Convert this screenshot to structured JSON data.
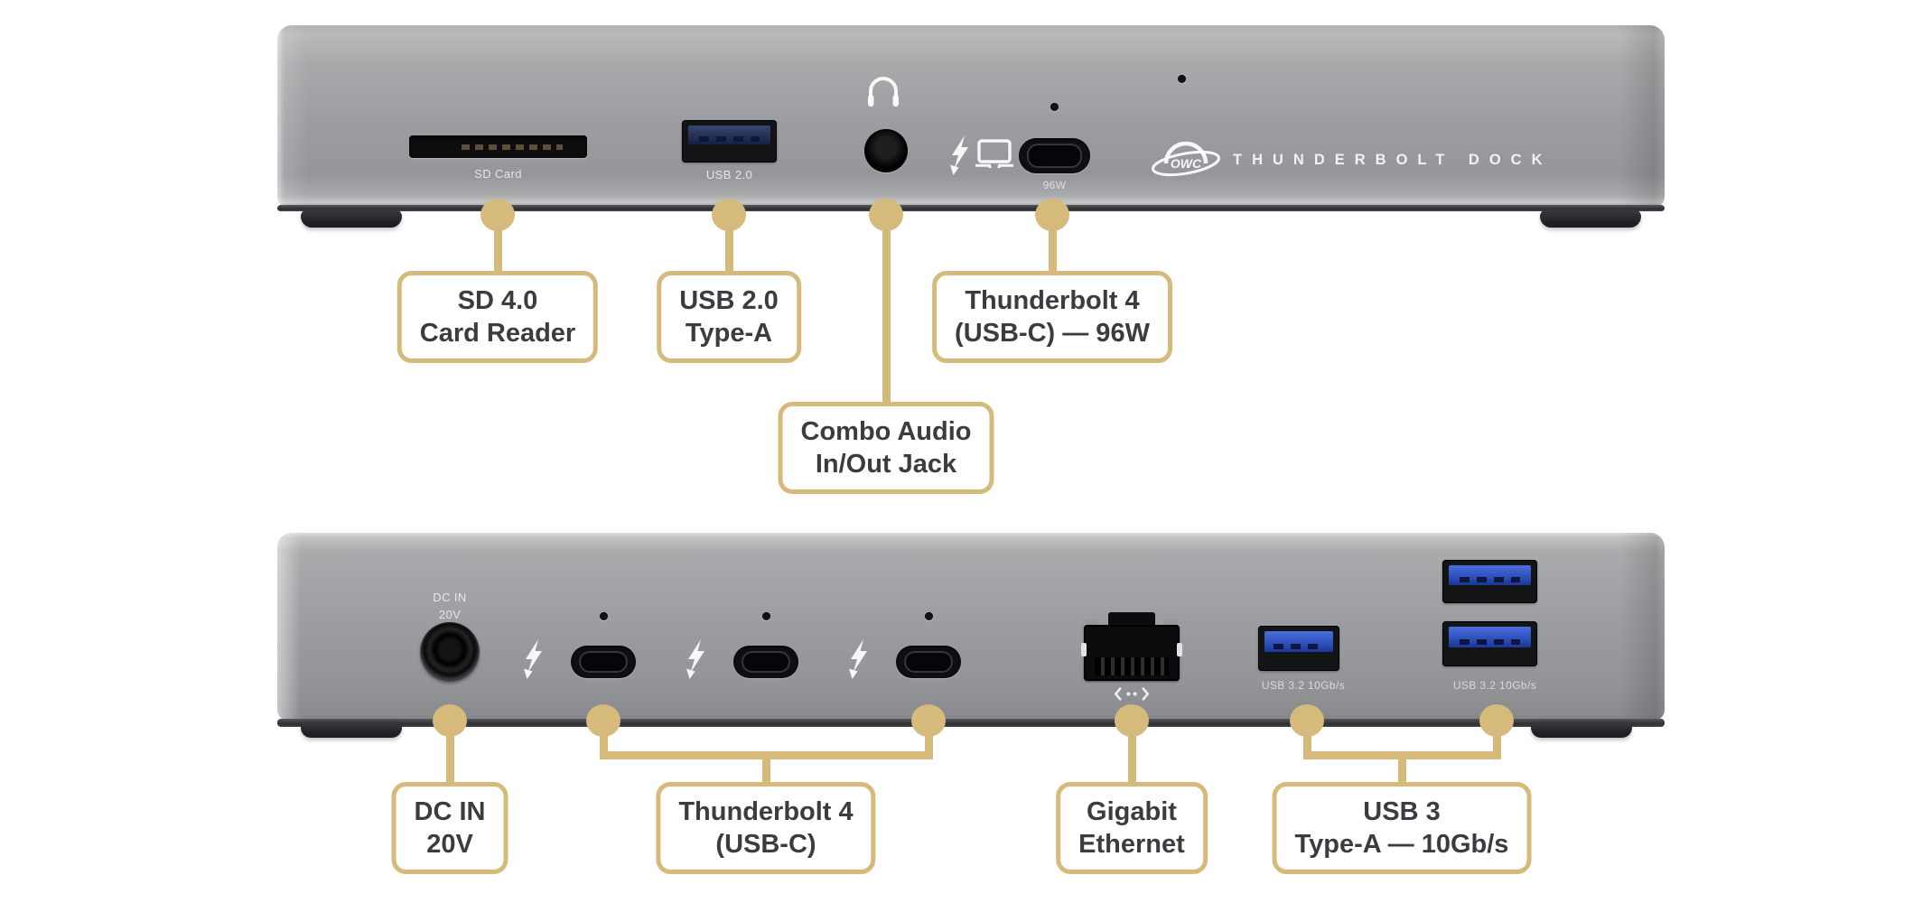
{
  "colors": {
    "gold": "#d6ba7c",
    "label_text": "#3a3c40",
    "usb_blue": "#2b50c4"
  },
  "front_view": {
    "port_markings": {
      "sd": "SD Card",
      "usb": "USB 2.0",
      "tb_watts": "96W"
    },
    "brand": {
      "logo": "OWC",
      "wordmark": "THUNDERBOLT DOCK"
    },
    "callouts": {
      "sd": {
        "line1": "SD 4.0",
        "line2": "Card Reader"
      },
      "usb": {
        "line1": "USB 2.0",
        "line2": "Type-A"
      },
      "thunderbolt": {
        "line1": "Thunderbolt 4",
        "line2": "(USB-C) — 96W"
      },
      "audio": {
        "line1": "Combo Audio",
        "line2": "In/Out Jack"
      }
    }
  },
  "rear_view": {
    "port_markings": {
      "dc_line1": "DC IN",
      "dc_line2": "20V",
      "usb_single": "USB 3.2 10Gb/s",
      "usb_stacked": "USB 3.2 10Gb/s"
    },
    "callouts": {
      "dc": {
        "line1": "DC IN",
        "line2": "20V"
      },
      "thunderbolt": {
        "line1": "Thunderbolt 4",
        "line2": "(USB-C)"
      },
      "ethernet": {
        "line1": "Gigabit",
        "line2": "Ethernet"
      },
      "usb": {
        "line1": "USB 3",
        "line2": "Type-A — 10Gb/s"
      }
    }
  },
  "icons": {
    "headphones_icon": "headset-arc",
    "thunderbolt_icon": "lightning-bolt-arrow",
    "laptop_icon": "laptop-outline",
    "owc_logo_icon": "planet-with-orbit-ring",
    "ethernet_link_icon": "angle-brackets-with-dots"
  }
}
